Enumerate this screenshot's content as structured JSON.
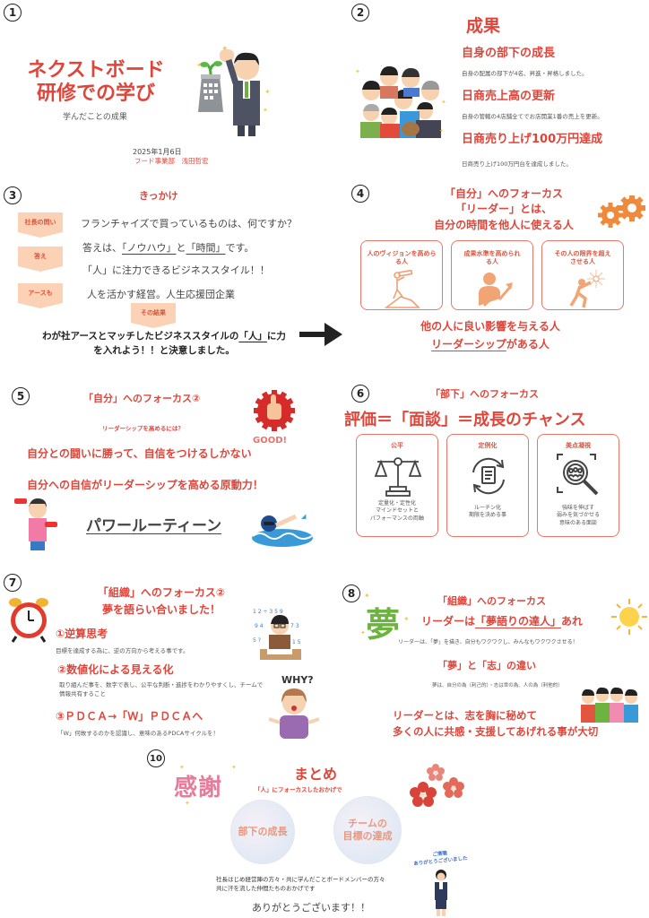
{
  "slide1": {
    "number": "1",
    "title_line1": "ネクストボード",
    "title_line2": "研修での学び",
    "subtitle": "学んだことの成果",
    "date": "2025年1月6日",
    "dept_name": "フード事業部　浅田哲宏"
  },
  "slide2": {
    "number": "2",
    "title": "成果",
    "items": [
      {
        "heading": "自身の部下の成長",
        "text": "自身の配属の部下が4名、昇進・昇格しました。"
      },
      {
        "heading": "日商売上高の更新",
        "text": "自身の管轄の4店舗全てでお店開業1番の売上を更新。"
      },
      {
        "heading": "日商売り上げ100万円達成",
        "text": "日商売り上げ100万円台を達成しました。"
      }
    ]
  },
  "slide3": {
    "number": "3",
    "title": "きっかけ",
    "tags": [
      "社長の問い",
      "答え",
      "アースも",
      "その結果"
    ],
    "question": "フランチャイズで買っているものは、何ですか？",
    "answer_pre": "答えは、",
    "answer_k1": "「ノウハウ」",
    "answer_mid": "と",
    "answer_k2": "「時間」",
    "answer_post": "です。",
    "answer_line2": "「人」に注力できるビジネススタイル！！",
    "earth_line": "人を活かす経営。人生応援団企業",
    "result_pre": "わが社アースとマッチしたビジネススタイルの",
    "result_key": "「人」",
    "result_post": "に力",
    "result_line2": "を入れよう！！と決意しました。"
  },
  "slide4": {
    "number": "4",
    "title1": "「自分」へのフォーカス",
    "title2": "「リーダー」とは、",
    "title3": "自分の時間を他人に使える人",
    "cards": [
      {
        "label": "人のヴィジョンを高めらる人"
      },
      {
        "label": "成果水準を高められる人"
      },
      {
        "label": "その人の限界を超えさせる人"
      }
    ],
    "bottom1": "他の人に良い影響を与える人",
    "bottom2_key": "リーダーシップ",
    "bottom2_post": "がある人"
  },
  "slide5": {
    "number": "5",
    "title": "「自分」へのフォーカス②",
    "question": "リーダーシップを高めるには？",
    "line1": "自分との闘いに勝って、自信をつけるしかない",
    "line2": "自分への自信がリーダーシップを高める原動力！",
    "routine": "パワールーティーン",
    "good": "GOOD!"
  },
  "slide6": {
    "number": "6",
    "subtitle": "「部下」へのフォーカス",
    "title": "評価＝「面談」＝成長のチャンス",
    "cards": [
      {
        "title": "公平",
        "text": [
          "定量化・定性化",
          "マインドセットと",
          "パフォーマンスの両軸"
        ]
      },
      {
        "title": "定例化",
        "text": [
          "ルーチン化",
          "期限を決める事"
        ]
      },
      {
        "title": "美点凝視",
        "text": [
          "強味を伸ばす",
          "弱みを気づかせる",
          "意味のある面談"
        ]
      }
    ]
  },
  "slide7": {
    "number": "7",
    "title1": "「組織」へのフォーカス②",
    "title2": "夢を語らい合いました！",
    "points": [
      {
        "heading": "①逆算思考",
        "text": "目標を達成する為に、逆の方向から考える事です。"
      },
      {
        "heading": "②数値化による見える化",
        "text": "取り組んだ事を、数字で表し、公平な判断・進捗をわかりやすくし、チームで情報共有すること"
      },
      {
        "heading": "③ＰＤＣＡ→「Ｗ」ＰＤＣＡへ",
        "text": "「W」何故するのかを認識し、意味のあるPDCAサイクルを！"
      }
    ],
    "why": "WHY?"
  },
  "slide8": {
    "number": "8",
    "dream_glyph": "夢",
    "title": "「組織」へのフォーカス",
    "leader_pre": "リーダーは",
    "leader_key": "「夢語りの達人」",
    "leader_post": "あれ",
    "leader_text": "リーダーは、「夢」を描き、自分もワクワクし、みんなもワクワクさせる！",
    "diff_title": "「夢」と「志」の違い",
    "diff_text": "夢は、自分の為（利己的）・志は世の為、人の為（利他的）",
    "closing1": "リーダーとは、志を胸に秘めて",
    "closing2": "多くの人に共感・支援してあげれる事が大切"
  },
  "slide10": {
    "number": "10",
    "thanks_glyph": "感謝",
    "title": "まとめ",
    "subtitle": "「人」にフォーカスしたおかげで",
    "circle1": "部下の成長",
    "circle2_line1": "チームの",
    "circle2_line2": "目標の達成",
    "thanks_text1": "社長はじめ経営陣の方々・共に学んだことボードメンバーの方々",
    "thanks_text2": "共に汗を流した仲間たちのおかげです",
    "closing": "ありがとうございます！！",
    "bow_bubble1": "ご清聴",
    "bow_bubble2": "ありがとうございました"
  },
  "colors": {
    "accent_red": "#e0453a",
    "tag_peach": "#fbd2b6",
    "card_border": "#e8776a",
    "icon_orange": "#f0a070"
  }
}
